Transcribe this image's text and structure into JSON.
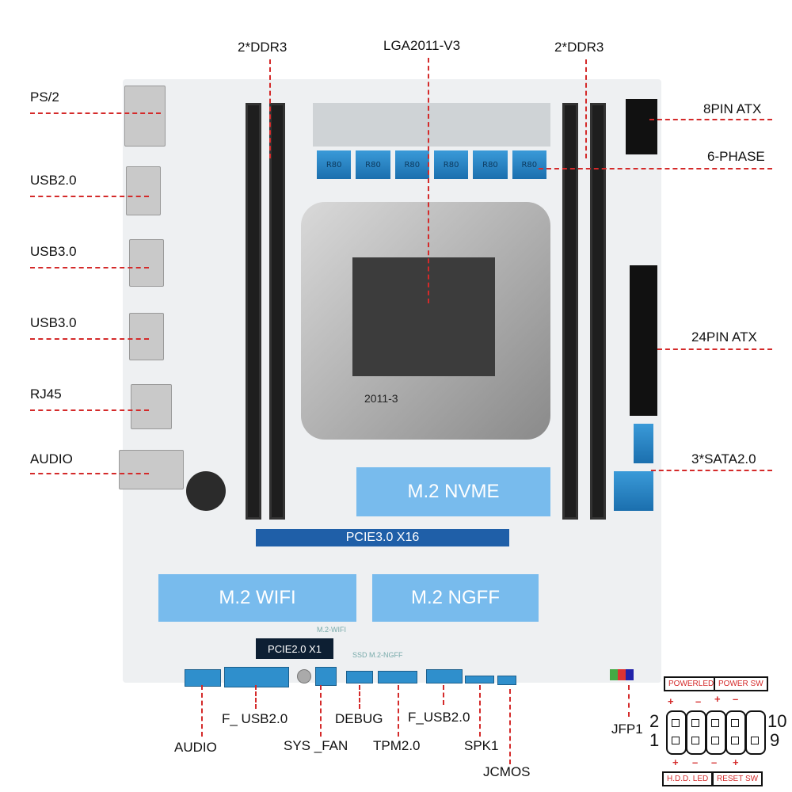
{
  "top_labels": {
    "ddr_left": "2*DDR3",
    "cpu_socket": "LGA2011-V3",
    "ddr_right": "2*DDR3"
  },
  "left_labels": [
    "PS/2",
    "USB2.0",
    "USB3.0",
    "USB3.0",
    "RJ45",
    "AUDIO"
  ],
  "right_labels": {
    "eight_pin": "8PIN ATX",
    "phase": "6-PHASE",
    "twentyfour_pin": "24PIN ATX",
    "sata": "3*SATA2.0"
  },
  "board": {
    "m2_nvme": "M.2 NVME",
    "pcie_x16": "PCIE3.0 X16",
    "m2_wifi": "M.2 WIFI",
    "m2_ngff": "M.2 NGFF",
    "pcie_x1": "PCIE2.0 X1",
    "socket_mark": "2011-3",
    "silk_wifi": "M.2-WIFI",
    "silk_ngff": "SSD M.2-NGFF",
    "vrm_mark": "R80"
  },
  "bottom_labels": {
    "audio": "AUDIO",
    "f_usb_1": "F_ USB2.0",
    "sys_fan": "SYS _FAN",
    "debug": "DEBUG",
    "tpm": "TPM2.0",
    "f_usb_2": "F_USB2.0",
    "spk": "SPK1",
    "jcmos": "JCMOS",
    "jfp": "JFP1"
  },
  "jfp1": {
    "powerled": "POWERLED",
    "power_sw": "POWER SW",
    "hdd_led": "H.D.D. LED",
    "reset_sw": "RESET SW",
    "pin_2": "2",
    "pin_1": "1",
    "pin_10": "10",
    "pin_9": "9",
    "plus": "+",
    "minus": "–"
  },
  "colors": {
    "leader_line": "#d42a2a",
    "accent": "#2f8fcc",
    "board": "#eef0f2"
  }
}
